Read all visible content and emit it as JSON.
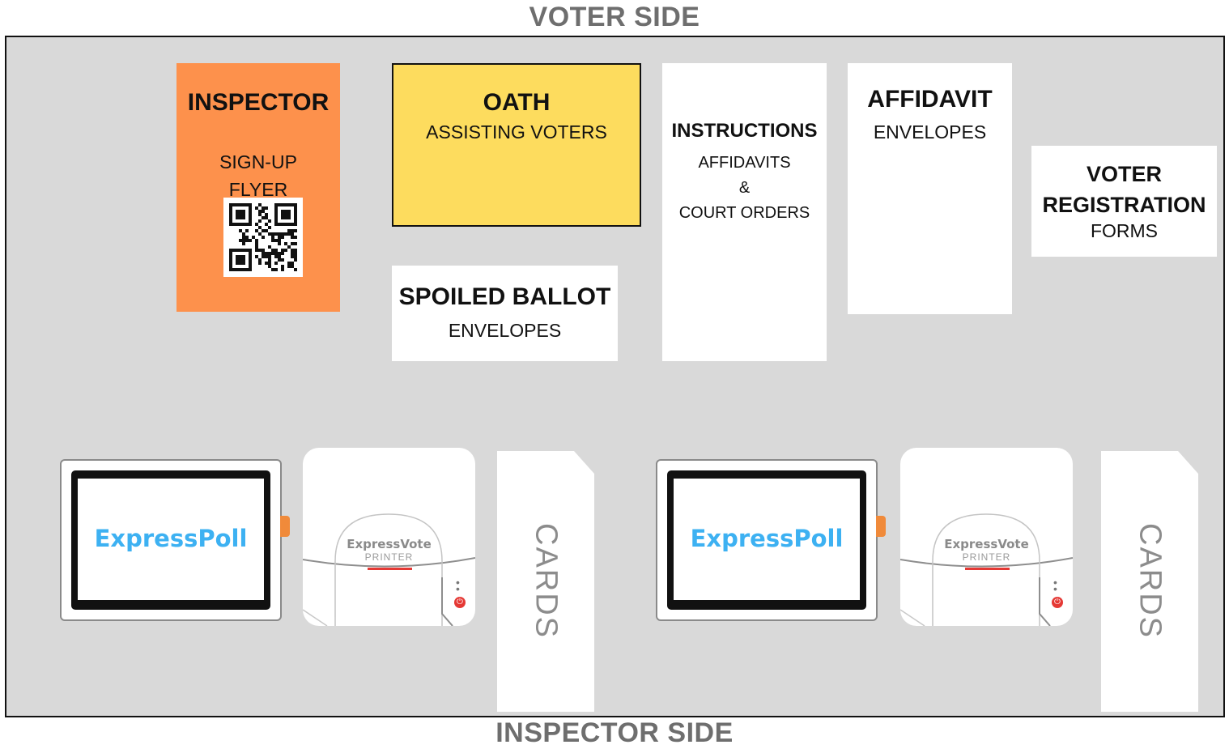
{
  "labels": {
    "top": "VOTER SIDE",
    "bottom": "INSPECTOR SIDE"
  },
  "inspector_flyer": {
    "title": "INSPECTOR",
    "subtitle": "SIGN-UP\nFLYER",
    "color": "#fd914c"
  },
  "oath": {
    "title": "OATH",
    "subtitle": "ASSISTING VOTERS",
    "color": "#fddc5e"
  },
  "spoiled_ballot": {
    "title": "SPOILED BALLOT",
    "subtitle": "ENVELOPES"
  },
  "instructions": {
    "title": "INSTRUCTIONS",
    "line1": "AFFIDAVITS",
    "line2": "&",
    "line3": "COURT ORDERS"
  },
  "affidavit": {
    "title": "AFFIDAVIT",
    "subtitle": "ENVELOPES"
  },
  "voter_registration": {
    "title": "VOTER\nREGISTRATION",
    "subtitle": "FORMS"
  },
  "stations": [
    {
      "poll_label": "ExpressPoll",
      "printer_brand": "ExpressVote",
      "printer_sub": "PRINTER",
      "cards_label": "CARDS"
    },
    {
      "poll_label": "ExpressPoll",
      "printer_brand": "ExpressVote",
      "printer_sub": "PRINTER",
      "cards_label": "CARDS"
    }
  ],
  "colors": {
    "table": "#d9d9d9",
    "poll_text": "#3db1f2",
    "power": "#e53935"
  }
}
